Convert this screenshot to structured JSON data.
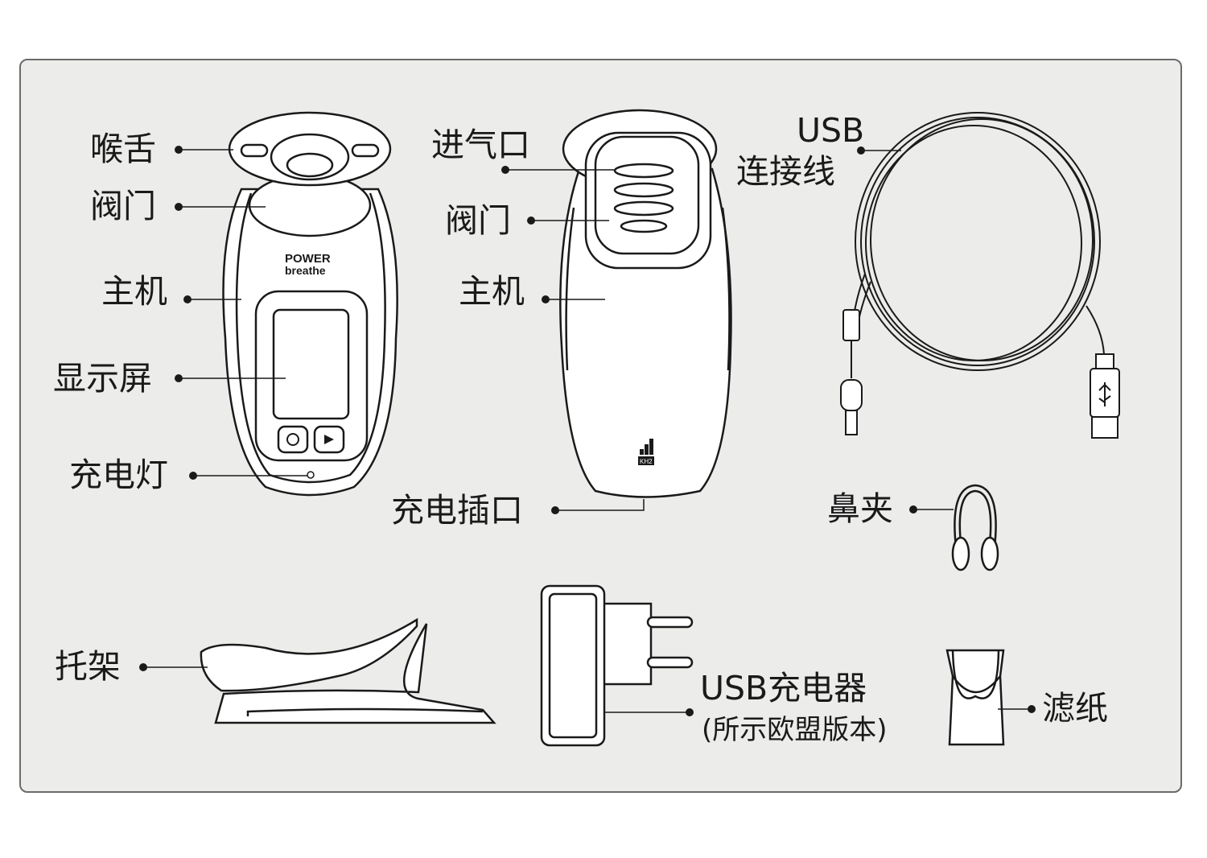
{
  "labels": {
    "mouthpiece": "喉舌",
    "valve_front": "阀门",
    "main_unit_front": "主机",
    "display": "显示屏",
    "charge_light": "充电灯",
    "air_inlet": "进气口",
    "valve_back": "阀门",
    "main_unit_back": "主机",
    "charge_port": "充电插口",
    "usb_cable_line1": "USB",
    "usb_cable_line2": "连接线",
    "nose_clip": "鼻夹",
    "stand": "托架",
    "usb_charger": "USB充电器",
    "usb_charger_note": "(所示欧盟版本)",
    "filter": "滤纸"
  },
  "logo": {
    "line1": "POWER",
    "line2": "breathe"
  },
  "model_badge": "KH2",
  "colors": {
    "background": "#ececeb",
    "line": "#1a1a1a",
    "device": "#ffffff"
  }
}
